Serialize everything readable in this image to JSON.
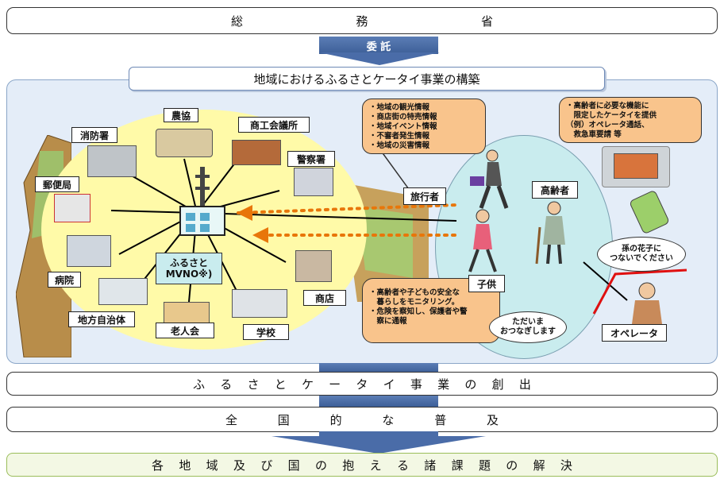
{
  "top_bar": {
    "chars": [
      "総",
      "務",
      "省"
    ]
  },
  "consign_label": "委 託",
  "construction_title": "地域におけるふるさとケータイ事業の構築",
  "center_label": "ふるさと\nMVNO※)",
  "facility_labels": {
    "nokyo": "農協",
    "shokokai": "商工会議所",
    "shobo": "消防署",
    "keisatsu": "警察署",
    "yubin": "郵便局",
    "byoin": "病院",
    "chiho": "地方自治体",
    "rojin": "老人会",
    "gakko": "学校",
    "shoten": "商店"
  },
  "info_note": [
    "・地域の観光情報",
    "・商店街の特売情報",
    "・地域イベント情報",
    "・不審者発生情報",
    "・地域の災害情報"
  ],
  "elderly_note": [
    "・高齢者に必要な機能に",
    "　限定したケータイを提供",
    "（例）オペレータ通話、",
    "　救急車要請 等"
  ],
  "safety_note": [
    "・高齢者や子どもの安全な",
    "　暮らしをモニタリング。",
    "・危険を察知し、保護者や警",
    "　察に通報"
  ],
  "person_labels": {
    "traveler": "旅行者",
    "elderly": "高齢者",
    "child": "子供",
    "operator": "オペレータ"
  },
  "bubble_grandchild": [
    "孫の花子に",
    "つないでください"
  ],
  "bubble_operator": [
    "ただいま",
    "おつなぎします"
  ],
  "creation_bar": {
    "chars": [
      "ふ",
      "る",
      "さ",
      "と",
      "ケ",
      "ー",
      "タ",
      "イ",
      "事",
      "業",
      "の",
      "創",
      "出"
    ]
  },
  "spread_bar": {
    "chars": [
      "全",
      "国",
      "的",
      "な",
      "普",
      "及"
    ]
  },
  "resolve_bar": {
    "chars": [
      "各",
      "地",
      "域",
      "及",
      "び",
      "国",
      "の",
      "抱",
      "え",
      "る",
      "諸",
      "課",
      "題",
      "の",
      "解",
      "決"
    ]
  },
  "colors": {
    "panel": "#e4edf8",
    "yellow": "#fffaa8",
    "note": "#f9c48c",
    "arrow": "#4a6ca8",
    "dots": "#e8760a",
    "resolve_bg": "#f3f8e4",
    "resolve_border": "#9abd5a"
  }
}
